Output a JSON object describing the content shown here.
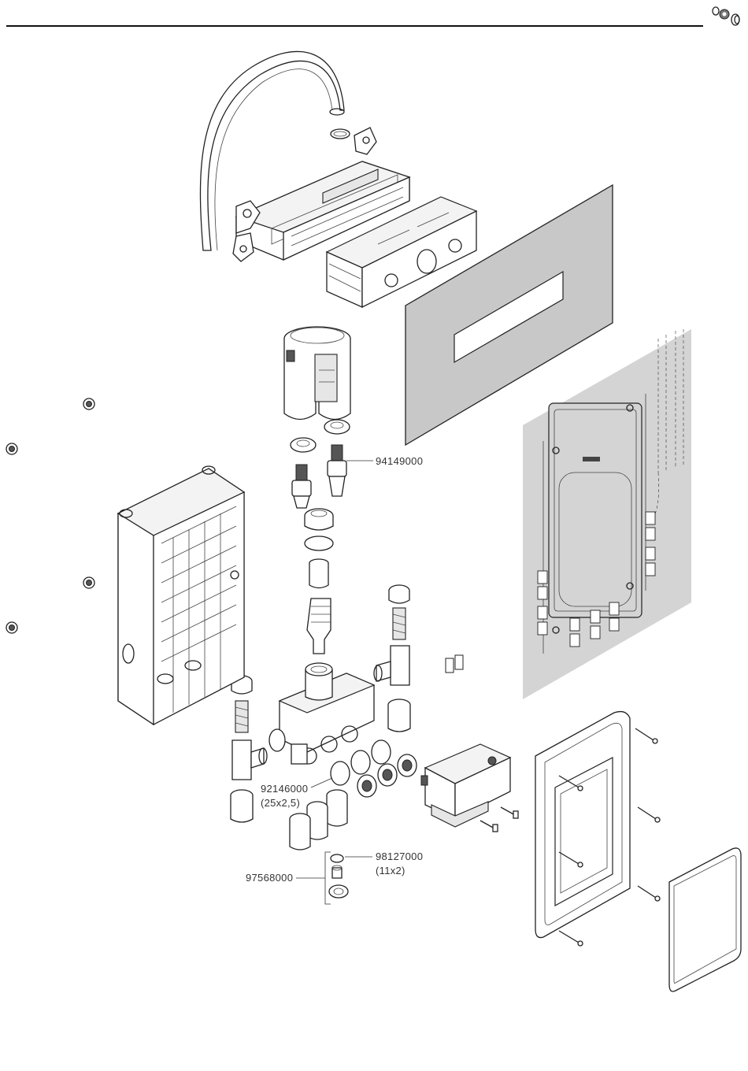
{
  "colors": {
    "line": "#222222",
    "panel_gray": "#c8c8c8",
    "wall_gray": "#d4d4d4",
    "background": "#ffffff"
  },
  "icons": {
    "header_tool_icon": "seals-and-fittings-icon"
  },
  "labels": {
    "cartridge_part_no": "94149000",
    "oring_part_no": "92146000",
    "oring_size": "(25x2,5)",
    "small_oring_part_no": "98127000",
    "small_oring_size": "(11x2)",
    "service_set_part_no": "97568000"
  }
}
